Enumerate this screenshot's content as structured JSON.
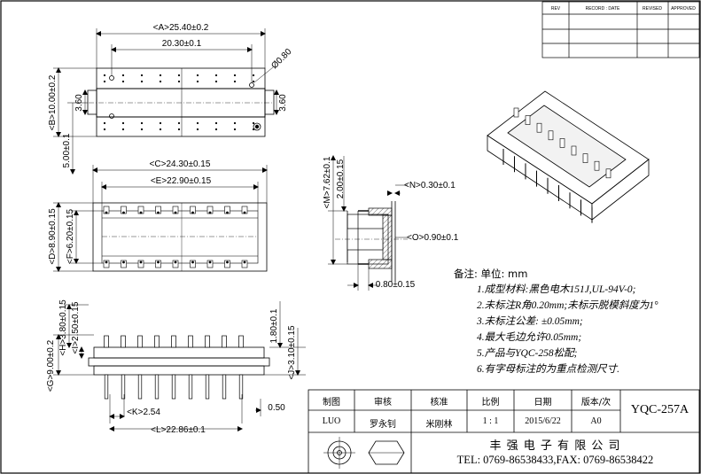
{
  "revision_table": {
    "headers": [
      "REV",
      "RECORD : DATE",
      "REVISED",
      "APPROVED"
    ]
  },
  "top_view": {
    "dim_a": "<A>25.40±0.2",
    "dim_pitch": "20.30±0.1",
    "dim_hole": "Ø0.80",
    "dim_b": "<B>10.00±0.2",
    "dim_left_360": "3.60",
    "dim_right_360": "3.60",
    "dim_500": "5.00±0.1"
  },
  "front_view": {
    "dim_c": "<C>24.30±0.15",
    "dim_e": "<E>22.90±0.15",
    "dim_d": "<D>8.90±0.15",
    "dim_f": "<F>6.20±0.15"
  },
  "section_view": {
    "dim_m": "<M>7.62±0.1",
    "dim_200": "2.00±0.15",
    "dim_n": "<N>0.30±0.1",
    "dim_o": "<O>0.90±0.1",
    "dim_080": "0.80±0.15"
  },
  "side_view": {
    "dim_h": "<H>3.80±0.15",
    "dim_i": "<I>2.50±0.15",
    "dim_g": "<G>9.00±0.2",
    "dim_180": "1.80±0.1",
    "dim_j": "<J>3.10±0.15",
    "dim_k": "<K>2.54",
    "dim_050": "0.50",
    "dim_l": "<L>22.86±0.1"
  },
  "notes": {
    "heading": "备注: 单位: mm",
    "items": [
      "1.成型材料:黑色电木151J,UL-94V-0;",
      "2.未标注R角0.20mm;未标示脱模斜度为1°",
      "3.未标注公差: ±0.05mm;",
      "4.最大毛边允许0.05mm;",
      "5.产品与YQC-258松配;",
      "6.有字母标注的为重点检测尺寸."
    ]
  },
  "title_block": {
    "headers": [
      "制图",
      "审核",
      "核准",
      "比例",
      "日期",
      "版本/次"
    ],
    "values": [
      "LUO",
      "罗永钊",
      "米刚林",
      "1 : 1",
      "2015/6/22",
      "A0"
    ],
    "part_number": "YQC-257A",
    "company": "丰 强 电 子 有 限 公 司",
    "contact": "TEL: 0769-86538433,FAX: 0769-86538422"
  }
}
